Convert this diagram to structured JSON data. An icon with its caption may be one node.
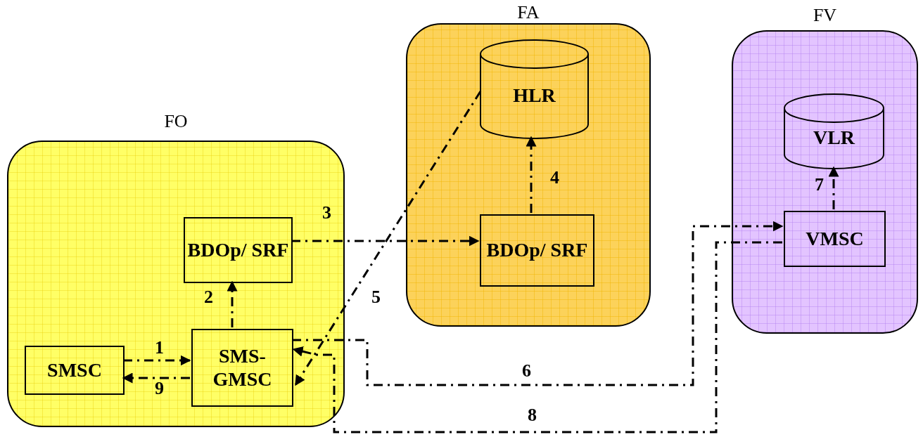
{
  "diagram": {
    "nodes": [
      {
        "text": [
          "FO"
        ]
      },
      {
        "text": [
          "FA"
        ]
      },
      {
        "text": [
          "FV"
        ]
      },
      {
        "text": [
          "SMSC"
        ],
        "in": 0
      },
      {
        "text": [
          "SMS- GMSC"
        ],
        "in": 0
      },
      {
        "text": [
          "BDOp/ SRF"
        ],
        "in": 0
      },
      {
        "text": [
          "BDOp/ SRF"
        ],
        "in": 1
      },
      {
        "text": [
          "HLR"
        ],
        "in": 1
      },
      {
        "text": [
          "VLR"
        ],
        "in": 2
      },
      {
        "text": [
          "VMSC"
        ],
        "in": 2
      }
    ],
    "edges": [
      {
        "from": 3,
        "to": 4,
        "arrow": "to",
        "label": "1"
      },
      {
        "from": 4,
        "to": 5,
        "arrow": "to",
        "label": "2"
      },
      {
        "from": 5,
        "to": 6,
        "arrow": "to",
        "label": "3"
      },
      {
        "from": 6,
        "to": 7,
        "arrow": "to",
        "label": "4"
      },
      {
        "from": 7,
        "to": 4,
        "arrow": "to",
        "label": "5"
      },
      {
        "from": 4,
        "to": 9,
        "arrow": "to",
        "label": "6"
      },
      {
        "from": 9,
        "to": 8,
        "arrow": "to",
        "label": "7"
      },
      {
        "from": 9,
        "to": 4,
        "arrow": "to",
        "label": "8"
      },
      {
        "from": 4,
        "to": 3,
        "arrow": "to",
        "label": "9"
      }
    ]
  }
}
